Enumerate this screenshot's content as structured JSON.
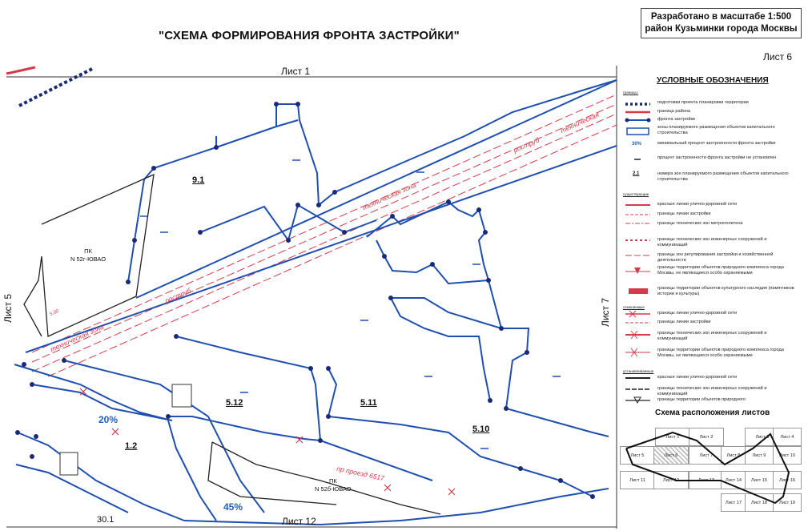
{
  "header": {
    "title": "\"СХЕМА ФОРМИРОВАНИЯ ФРОНТА ЗАСТРОЙКИ\"",
    "scale_line1": "Разработано в масштабе 1:500",
    "scale_line2": "район Кузьминки города Москвы",
    "sheet": "Лист 6"
  },
  "map": {
    "sheet_top": "Лист 1",
    "sheet_left": "Лист 5",
    "sheet_right": "Лист 7",
    "sheet_bottom": "Лист 12",
    "zones": {
      "z91": "9.1",
      "z512": "5.12",
      "z511": "5.11",
      "z510": "5.10",
      "z12": "1.2"
    },
    "pk1_line1": "ПК",
    "pk1_line2": "N 52г-ЮВАО",
    "pk2_line1": "ПК",
    "pk2_line2": "N 52б-ЮВАО",
    "pct20": "20%",
    "pct45": "45%",
    "label_301": "30.1",
    "red_rostrub1": "роструб",
    "red_tech1": "техническая",
    "red_techzone1": "техническая зона",
    "red_rostrub2": "роструб",
    "red_techzone2": "техническая зона",
    "red_proezd": "пр проезд 6517",
    "red_500": "5.00"
  },
  "legend": {
    "title": "УСЛОВНЫЕ ОБОЗНАЧЕНИЯ",
    "head_main": "границы:",
    "head_red": "существующие",
    "head_cancel": "отменяемые",
    "head_new": "устанавливаемые",
    "items": [
      "подготовки проекта планировки территории",
      "граница района",
      "фронта застройки",
      "зоны планируемого размещения объектов капитального строительства",
      "минимальный процент застроенности фронта застройки",
      "процент застроенности фронта застройки не установлен",
      "номера зон планируемого размещения объектов капитального строительства",
      "красные линии улично-дорожной сети",
      "границы линии застройки",
      "границы технических зон метрополитена",
      "границы технических зон инженерных сооружений и коммуникаций",
      "границы зон регулирования застройки и хозяйственной деятельности",
      "границы территории объектов природного комплекса города Москвы, не являющиеся особо охраняемыми",
      "границы территории объектов культурного наследия (памятников истории и культуры)",
      "границы линии улично-дорожной сети",
      "границы линии застройки",
      "границы технических зон инженерных сооружений и коммуникаций",
      "границы территории объектов природного комплекса города Москвы, не являющиеся особо охраняемыми",
      "красные линии улично-дорожной сети",
      "границы технических зон инженерных сооружений и коммуникаций",
      "границы территории объектов природного"
    ],
    "sym_30": "30%",
    "sym_21": "2.1"
  },
  "scheme": {
    "title": "Схема расположения листов",
    "cells": [
      "Лист 1",
      "Лист 2",
      "Лист 3",
      "Лист 4",
      "Лист 5",
      "Лист 6",
      "Лист 7",
      "Лист 8",
      "Лист 9",
      "Лист 10",
      "Лист 11",
      "Лист 12",
      "Лист 13",
      "Лист 14",
      "Лист 15",
      "Лист 16",
      "Лист 17",
      "Лист 18",
      "Лист 19"
    ]
  },
  "colors": {
    "front_line": "#1f4fb0",
    "red_line": "#d43a4a",
    "district_border": "#1a2a7a"
  }
}
